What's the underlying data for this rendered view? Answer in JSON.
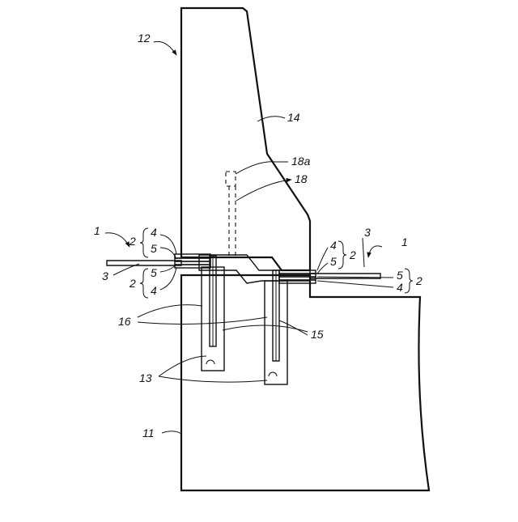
{
  "figure": {
    "labels": {
      "l1_left": "1",
      "l1_right": "1",
      "l2_upper_left": "2",
      "l2_lower_left": "2",
      "l2_upper_right": "2",
      "l2_lower_right": "2",
      "l3_left": "3",
      "l3_right": "3",
      "l4_upper_left": "4",
      "l4_lower_left": "4",
      "l4_upper_right": "4",
      "l4_lower_right": "4",
      "l5_upper_left": "5",
      "l5_lower_left": "5",
      "l5_upper_right": "5",
      "l5_lower_right": "5",
      "l11": "11",
      "l12": "12",
      "l13": "13",
      "l14": "14",
      "l15": "15",
      "l16": "16",
      "l18": "18",
      "l18a": "18a"
    },
    "colors": {
      "ink": "#111111",
      "paper": "#ffffff"
    }
  }
}
